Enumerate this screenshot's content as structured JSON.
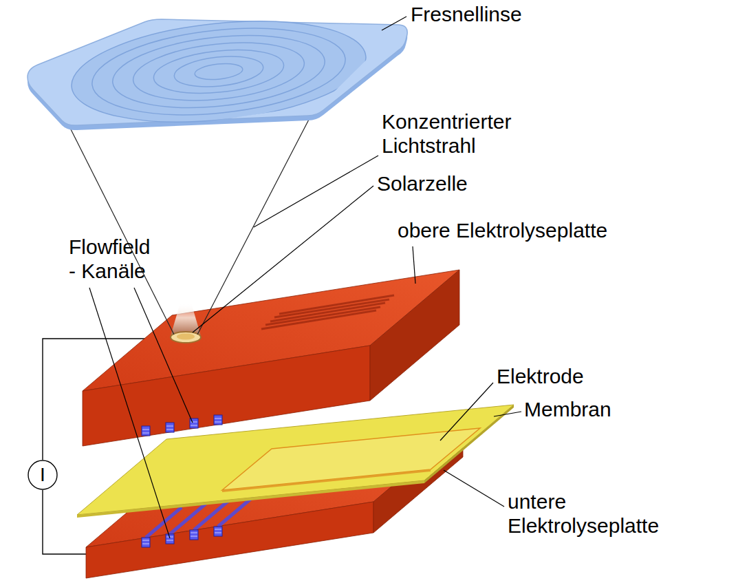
{
  "diagram": {
    "nodes": [
      {
        "text": [
          "I"
        ]
      }
    ],
    "labels": [
      "Fresnellinse",
      "Konzentrierter Lichtstrahl",
      "Solarzelle",
      "obere Elektrolyseplatte",
      "Flowfield - Kanäle",
      "Elektrode",
      "Membran",
      "untere Elektrolyseplatte"
    ]
  }
}
